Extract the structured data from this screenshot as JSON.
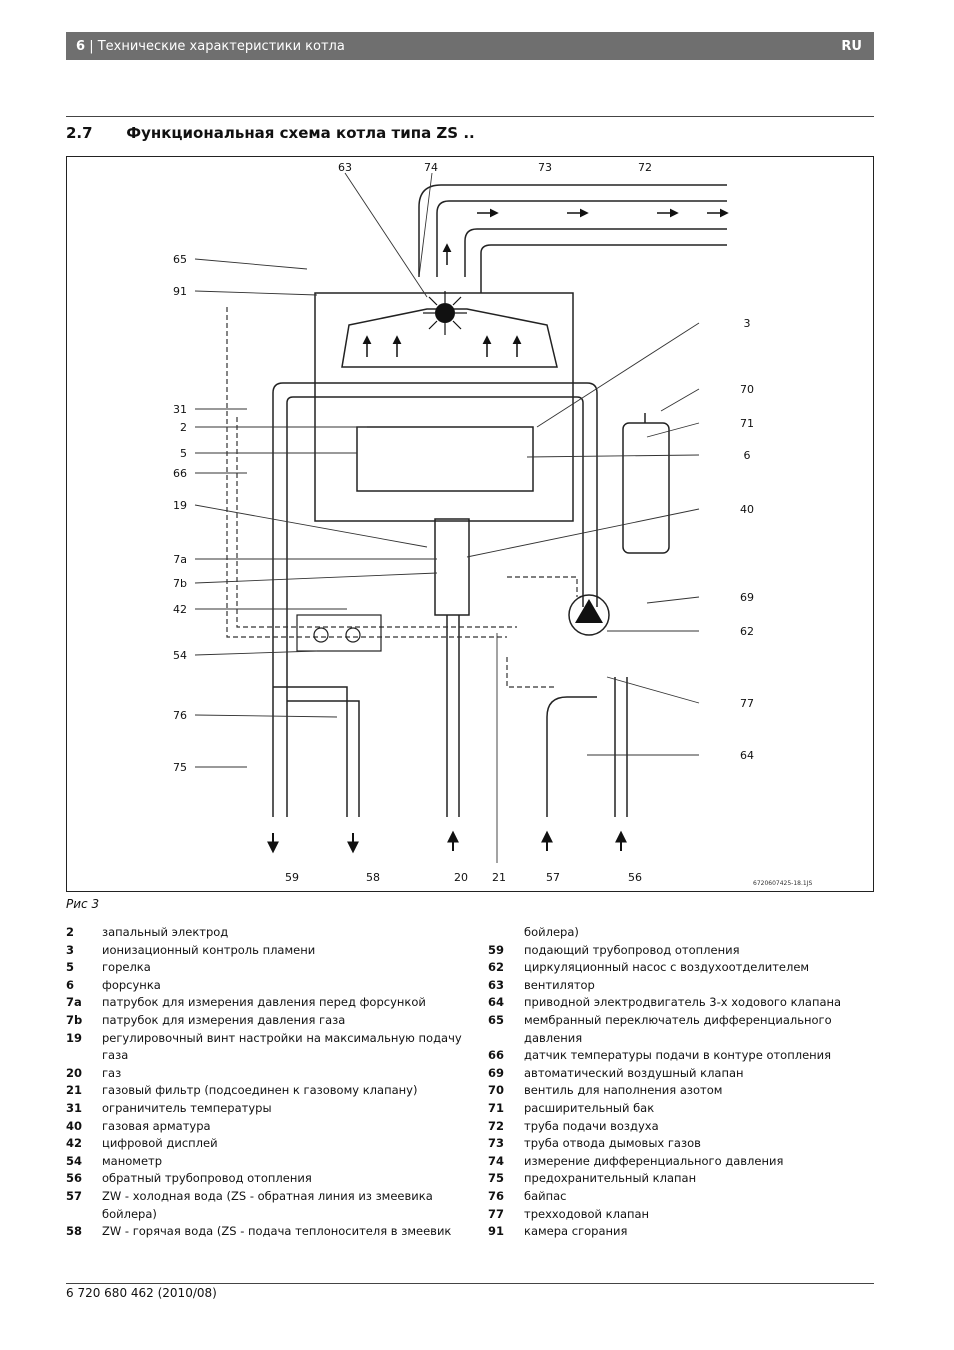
{
  "header": {
    "page_number": "6",
    "title": "Технические характеристики котла",
    "lang": "RU"
  },
  "section": {
    "number": "2.7",
    "title": "Функциональная схема котла типа ZS .."
  },
  "figure": {
    "caption": "Рис 3",
    "code": "6720607425-18.1JS",
    "labels_top": [
      "63",
      "74",
      "73",
      "72"
    ],
    "labels_left": [
      "65",
      "91",
      "31",
      "2",
      "5",
      "66",
      "19",
      "7a",
      "7b",
      "42",
      "54",
      "76",
      "75"
    ],
    "labels_right": [
      "3",
      "70",
      "71",
      "6",
      "40",
      "69",
      "62",
      "77",
      "64"
    ],
    "labels_bottom": [
      "59",
      "58",
      "20",
      "21",
      "57",
      "56"
    ]
  },
  "legend_left": [
    {
      "key": "2",
      "text": "запальный электрод"
    },
    {
      "key": "3",
      "text": "ионизационный контроль пламени"
    },
    {
      "key": "5",
      "text": "горелка"
    },
    {
      "key": "6",
      "text": "форсунка"
    },
    {
      "key": "7a",
      "text": "патрубок для измерения давления перед форсункой"
    },
    {
      "key": "7b",
      "text": "патрубок для измерения давления газа"
    },
    {
      "key": "19",
      "text": "регулировочный винт настройки на максимальную подачу газа"
    },
    {
      "key": "20",
      "text": "газ"
    },
    {
      "key": "21",
      "text": "газовый фильтр (подсоединен к газовому клапану)"
    },
    {
      "key": "31",
      "text": "ограничитель температуры"
    },
    {
      "key": "40",
      "text": "газовая арматура"
    },
    {
      "key": "42",
      "text": "цифровой дисплей"
    },
    {
      "key": "54",
      "text": "манометр"
    },
    {
      "key": "56",
      "text": "обратный трубопровод отопления"
    },
    {
      "key": "57",
      "text": "ZW - холодная вода (ZS - обратная линия из змеевика бойлера)"
    },
    {
      "key": "58",
      "text": "ZW - горячая вода (ZS - подача теплоносителя в змеевик"
    }
  ],
  "legend_right": [
    {
      "key": "",
      "text": "бойлера)"
    },
    {
      "key": "59",
      "text": "подающий трубопровод отопления"
    },
    {
      "key": "62",
      "text": "циркуляционный насос с воздухоотделителем"
    },
    {
      "key": "63",
      "text": "вентилятор"
    },
    {
      "key": "64",
      "text": "приводной электродвигатель 3-х ходового клапана"
    },
    {
      "key": "65",
      "text": "мембранный переключатель дифференциального давления"
    },
    {
      "key": "66",
      "text": "датчик температуры подачи в контуре отопления"
    },
    {
      "key": "69",
      "text": "автоматический воздушный клапан"
    },
    {
      "key": "70",
      "text": "вентиль для наполнения азотом"
    },
    {
      "key": "71",
      "text": "расширительный бак"
    },
    {
      "key": "72",
      "text": "труба подачи воздуха"
    },
    {
      "key": "73",
      "text": "труба отвода дымовых газов"
    },
    {
      "key": "74",
      "text": "измерение дифференциального давления"
    },
    {
      "key": "75",
      "text": "предохранительный клапан"
    },
    {
      "key": "76",
      "text": "байпас"
    },
    {
      "key": "77",
      "text": "трехходовой клапан"
    },
    {
      "key": "91",
      "text": "камера сгорания"
    }
  ],
  "footer": {
    "doc_number": "6 720 680 462 (2010/08)"
  }
}
